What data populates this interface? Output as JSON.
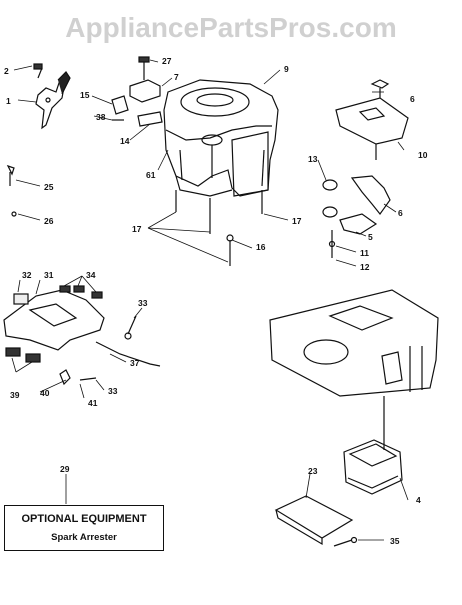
{
  "watermark": "AppliancePartsPros.com",
  "optional_box": {
    "title": "OPTIONAL EQUIPMENT",
    "subtitle": "Spark Arrester"
  },
  "callouts": {
    "c1": "1",
    "c2": "2",
    "c4": "4",
    "c5": "5",
    "c6a": "6",
    "c6b": "6",
    "c7": "7",
    "c9": "9",
    "c10": "10",
    "c11": "11",
    "c12": "12",
    "c13": "13",
    "c14": "14",
    "c15": "15",
    "c16": "16",
    "c17a": "17",
    "c17b": "17",
    "c23": "23",
    "c25": "25",
    "c26": "26",
    "c27": "27",
    "c29": "29",
    "c31": "31",
    "c32": "32",
    "c33a": "33",
    "c33b": "33",
    "c34": "34",
    "c35": "35",
    "c37": "37",
    "c38": "38",
    "c39": "39",
    "c40": "40",
    "c41": "41",
    "c61": "61"
  },
  "colors": {
    "line": "#111111",
    "watermark": "#d0d0d0",
    "background": "#ffffff"
  }
}
